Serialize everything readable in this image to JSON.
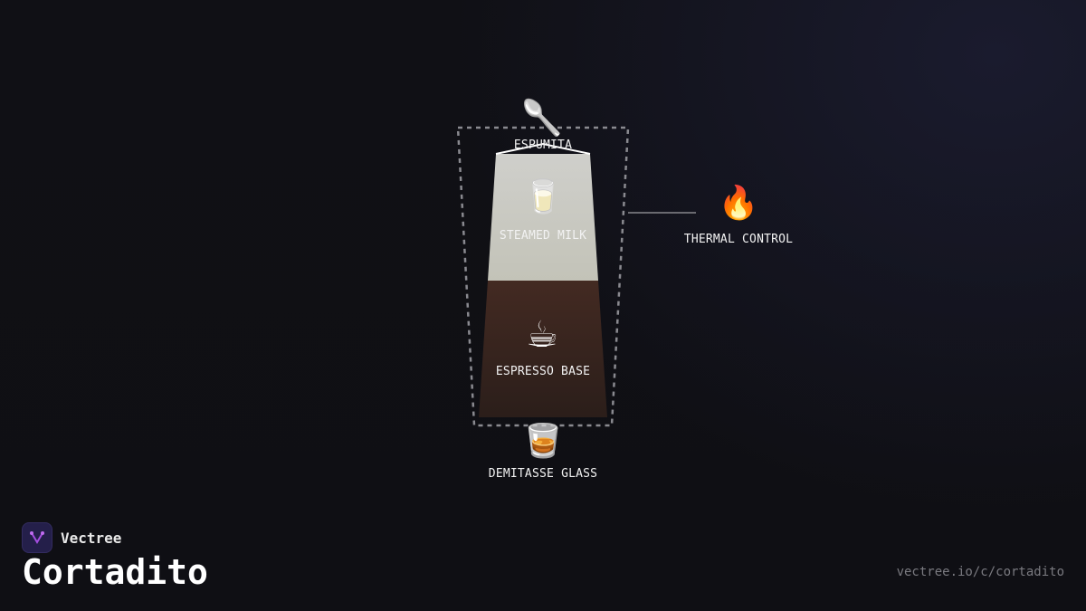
{
  "layers": {
    "foam": {
      "label": "ESPUMITA",
      "icon": "spoon-icon",
      "emoji": "🥄"
    },
    "milk": {
      "label": "STEAMED MILK",
      "icon": "milk-glass-icon",
      "emoji": "🥛",
      "color": "#c9c9c2"
    },
    "espresso": {
      "label": "ESPRESSO BASE",
      "icon": "coffee-cup-icon",
      "emoji": "☕",
      "color": "#3a2620"
    },
    "glass": {
      "label": "DEMITASSE GLASS",
      "icon": "tumbler-glass-icon",
      "emoji": "🥃"
    }
  },
  "annotation": {
    "label": "THERMAL CONTROL",
    "icon": "fire-icon",
    "emoji": "🔥"
  },
  "footer": {
    "brand": "Vectree",
    "title": "Cortadito",
    "url": "vectree.io/c/cortadito"
  }
}
